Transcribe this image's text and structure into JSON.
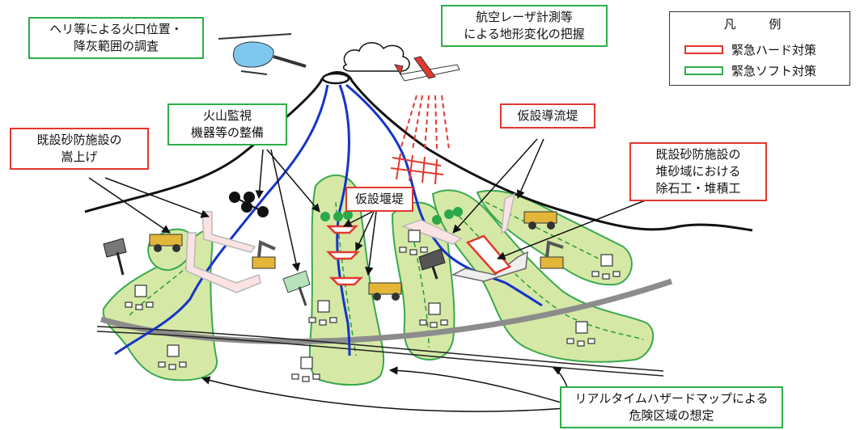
{
  "labels": {
    "heli_survey": [
      "ヘリ等による火口位置・",
      "降灰範囲の調査"
    ],
    "laser_survey": [
      "航空レーザ計測等",
      "による地形変化の把握"
    ],
    "monitoring": [
      "火山監視",
      "機器等の整備"
    ],
    "existing_raise": [
      "既設砂防施設の",
      "嵩上げ"
    ],
    "temp_guide": [
      "仮設導流堤"
    ],
    "temp_dam": [
      "仮設堰堤"
    ],
    "sediment_removal": [
      "既設砂防施設の",
      "堆砂域における",
      "除石工・堆積工"
    ],
    "hazard_map": [
      "リアルタイムハザードマップによる",
      "危険区域の想定"
    ]
  },
  "legend": {
    "title": "凡 例",
    "hard": "緊急ハード対策",
    "soft": "緊急ソフト対策"
  },
  "colors": {
    "hard_border": "#e2382f",
    "soft_border": "#2eae4a",
    "zone_fill": "#d6e8a6",
    "river": "#1534c8"
  }
}
